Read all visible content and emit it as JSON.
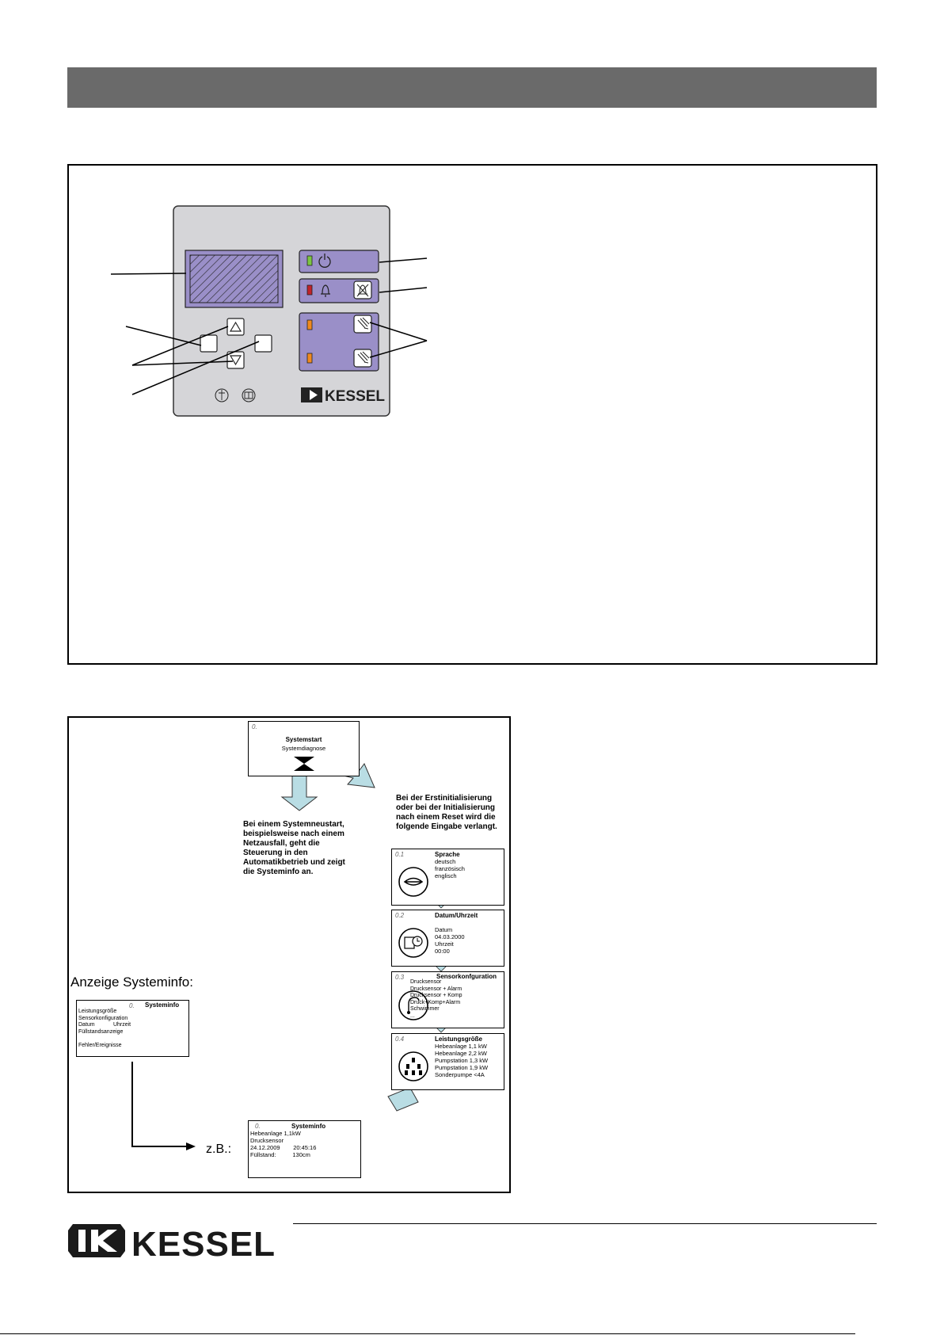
{
  "panel": {
    "brand": "KESSEL"
  },
  "flow": {
    "start_screen": {
      "num": "0.",
      "title": "Systemstart",
      "subtitle": "Systemdiagnose"
    },
    "restart_note": "Bei einem Systemneustart,\nbeispielsweise nach einem\nNetzausfall, geht die\nSteuerung in den\nAutomatikbetrieb und zeigt\ndie Systeminfo an.",
    "init_note": "Bei der Erstinitialisierung\noder bei der Initialisierung\nnach einem Reset wird die\nfolgende Eingabe verlangt.",
    "screens": [
      {
        "num": "0.1",
        "title": "Sprache",
        "lines": "deutsch\nfranzösisch\nenglisch",
        "icon": "lips-icon"
      },
      {
        "num": "0.2",
        "title": "Datum/Uhrzeit",
        "lines": "Datum\n04.03.2000\nUhrzeit\n00:00",
        "icon": "calendar-clock-icon"
      },
      {
        "num": "0.3",
        "title": "Sensorkonfguration",
        "lines": "Drucksensor\nDrucksensor + Alarm\nDrucksensor + Komp\nDruck+Komp+Alarm\nSchwimmer\n...",
        "icon": "sensor-icon"
      },
      {
        "num": "0.4",
        "title": "Leistungsgröße",
        "lines": "Hebeanlage 1,1 kW\nHebeanlage 2,2 kW\nPumpstation 1,3 kW\nPumpstation 1,9 kW\nSonderpumpe <4A",
        "icon": "pumps-icon"
      }
    ],
    "info_heading": "Anzeige Systeminfo:",
    "info_screen": {
      "num": "0.",
      "title": "Systeminfo",
      "lines": "Leistungsgröße\nSensorkonfiguration\nDatum            Uhrzeit\nFüllstandsanzeige\n\nFehler/Ereignisse"
    },
    "example_label": "z.B.:",
    "example_screen": {
      "num": "0.",
      "title": "Systeminfo",
      "lines": "Hebeanlage 1,1kW\nDrucksensor\n24.12.2009        20:45:16\nFüllstand:          130cm"
    }
  },
  "footer": {
    "brand": "KESSEL"
  }
}
